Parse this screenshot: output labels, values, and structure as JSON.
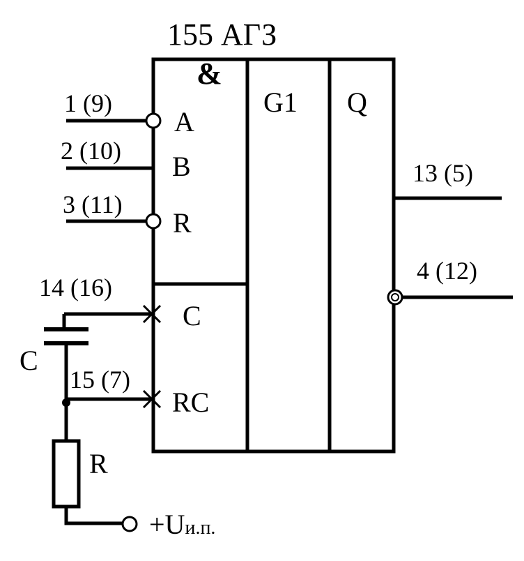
{
  "chip": {
    "title": "155 АГЗ",
    "and_symbol": "&",
    "generator_label": "G1",
    "output_label": "Q"
  },
  "inputs": {
    "a": {
      "pin": "1 (9)",
      "name": "A"
    },
    "b": {
      "pin": "2 (10)",
      "name": "B"
    },
    "r": {
      "pin": "3 (11)",
      "name": "R"
    },
    "c": {
      "pin": "14 (16)",
      "name": "C"
    },
    "rc": {
      "pin": "15 (7)",
      "name": "RC"
    }
  },
  "outputs": {
    "q": {
      "pin": "13 (5)"
    },
    "q_inv": {
      "pin": "4 (12)"
    }
  },
  "external": {
    "capacitor": "C",
    "resistor": "R",
    "supply_main": "+U",
    "supply_sub": "и.п."
  }
}
